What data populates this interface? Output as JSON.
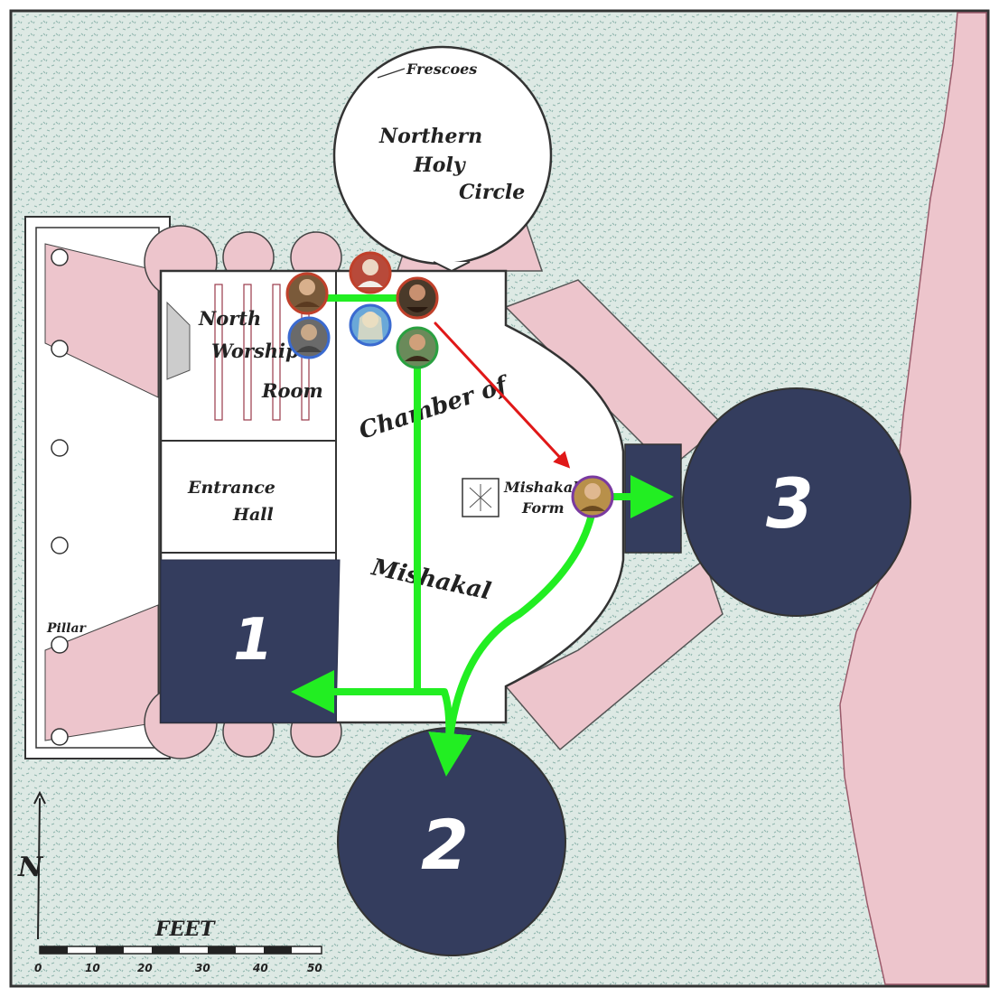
{
  "map": {
    "labels": {
      "frescoes": "Frescoes",
      "northern_holy_circle": [
        "Northern",
        "Holy",
        "Circle"
      ],
      "north_worship_room": [
        "North",
        "Worship",
        "Room"
      ],
      "entrance_hall": [
        "Entrance",
        "Hall"
      ],
      "chamber_of": "Chamber of",
      "mishakal": "Mishakal",
      "mishakal_form": [
        "Mishakal",
        "Form"
      ],
      "pillar": "Pillar"
    },
    "rooms": [
      {
        "id": "room-1",
        "number": "1"
      },
      {
        "id": "room-2",
        "number": "2"
      },
      {
        "id": "room-3",
        "number": "3"
      }
    ],
    "scale": {
      "title": "FEET",
      "ticks": [
        "0",
        "10",
        "20",
        "30",
        "40",
        "50"
      ]
    },
    "compass": {
      "north": "N"
    },
    "colors": {
      "room_fill": "#343d5e",
      "path_green": "#22ee22",
      "path_red": "#e01818",
      "rock_pink": "#edc5cc",
      "ground": "#d6e6e0"
    }
  }
}
